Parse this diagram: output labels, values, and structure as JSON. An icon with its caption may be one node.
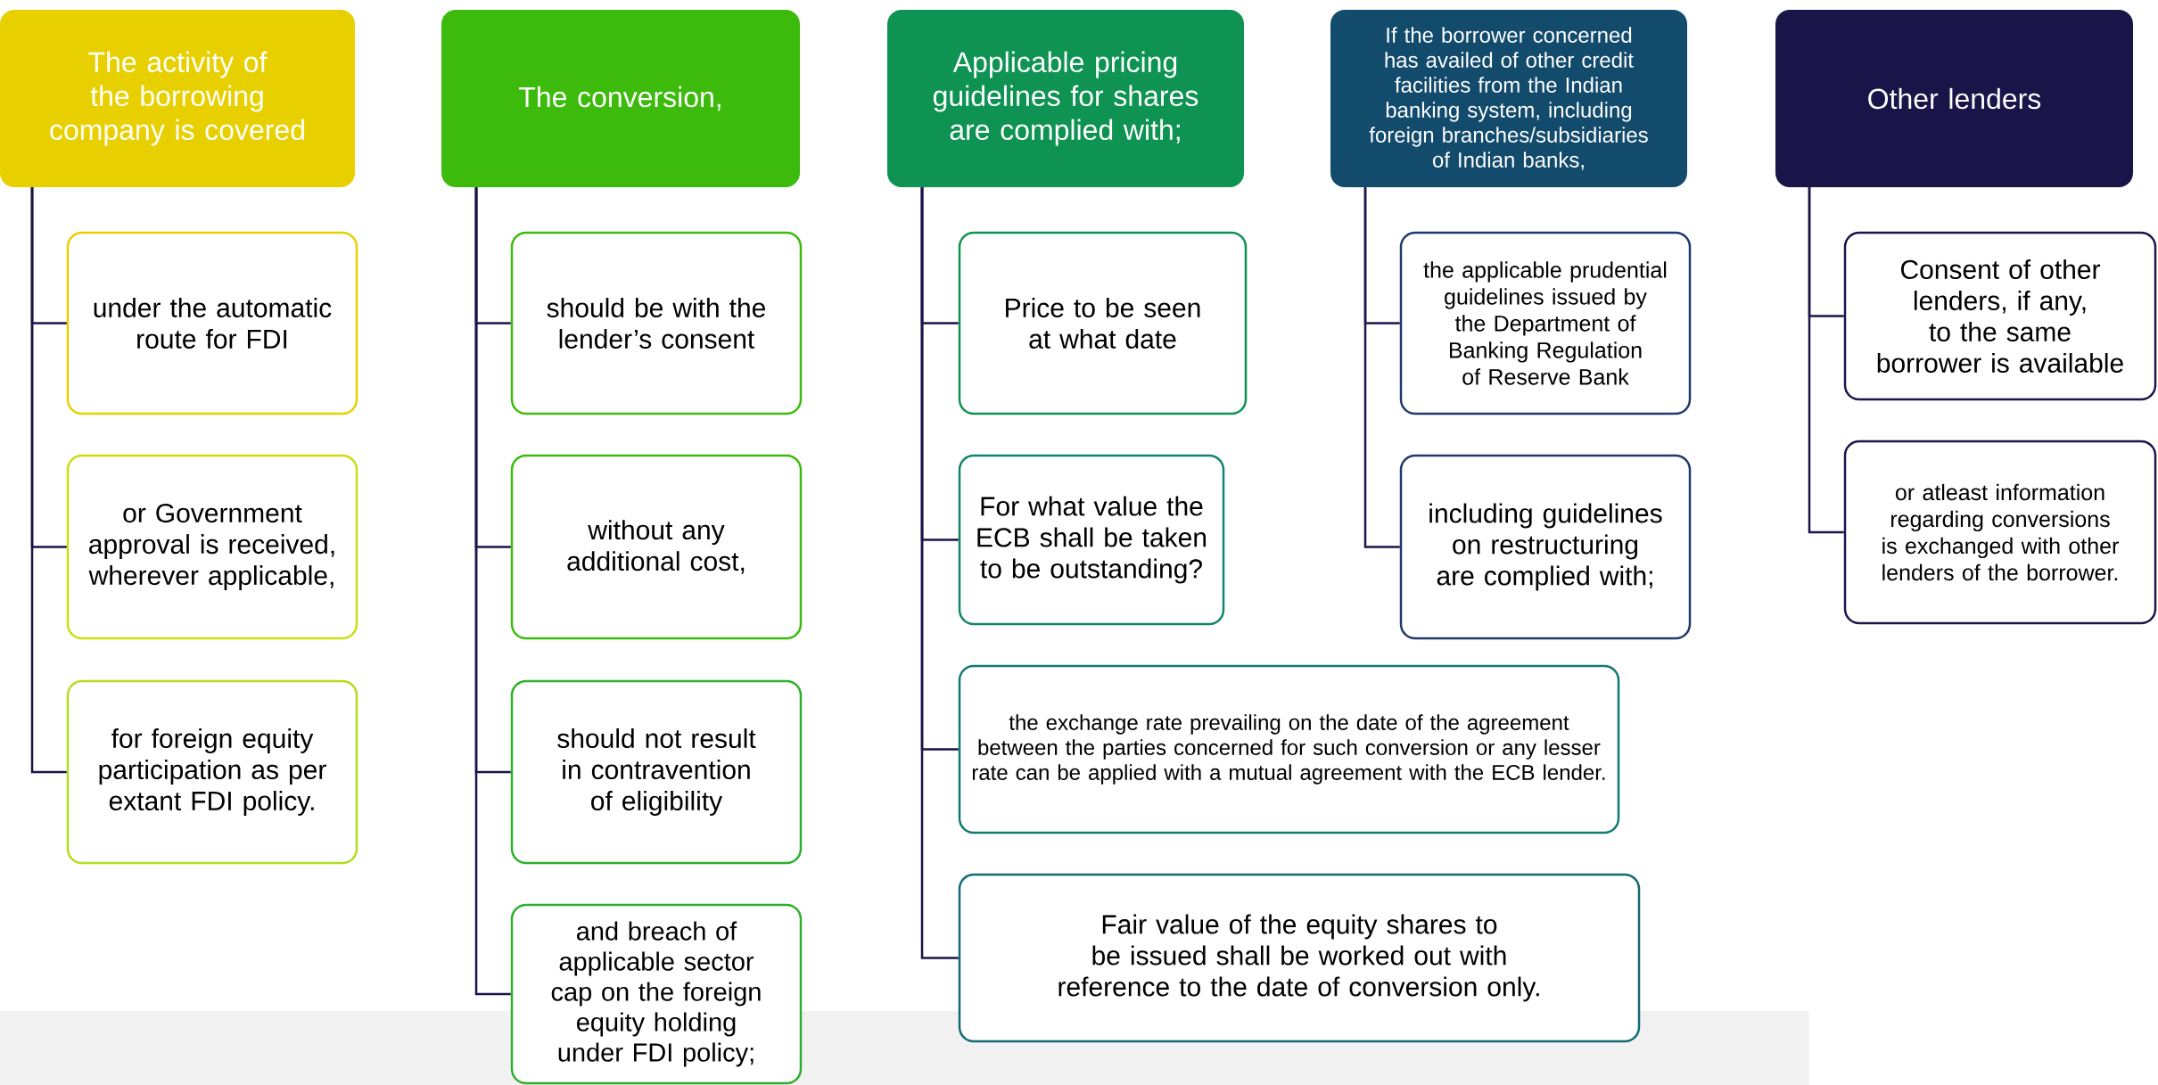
{
  "diagram": {
    "nodes": [
      {
        "text": [
          "The activity of the borrowing company is covered"
        ]
      },
      {
        "text": [
          "under the automatic route for FDI"
        ]
      },
      {
        "text": [
          "or Government approval is received, wherever applicable,"
        ]
      },
      {
        "text": [
          "for foreign equity participation as per extant FDI policy."
        ]
      },
      {
        "text": [
          "The conversion,"
        ]
      },
      {
        "text": [
          "should be with the lender’s consent"
        ]
      },
      {
        "text": [
          "without any additional cost,"
        ]
      },
      {
        "text": [
          "should not result in contravention of eligibility"
        ]
      },
      {
        "text": [
          "and breach of applicable sector cap on the foreign equity holding under FDI policy;"
        ]
      },
      {
        "text": [
          "Applicable pricing guidelines for shares are complied with;"
        ]
      },
      {
        "text": [
          "Price to be seen at what date"
        ]
      },
      {
        "text": [
          "For what value the ECB shall be taken to be outstanding?"
        ]
      },
      {
        "text": [
          "the exchange rate prevailing on the date of the agreement between the parties concerned for such conversion or any lesser rate can be applied with a mutual agreement with the ECB lender."
        ]
      },
      {
        "text": [
          "Fair value of the equity shares to be issued shall be worked out with reference to the date of conversion only."
        ]
      },
      {
        "text": [
          "If the borrower concerned has availed of other credit facilities from the Indian banking system, including foreign branches/subsidiaries of Indian banks,"
        ]
      },
      {
        "text": [
          "the applicable prudential guidelines issued by the Department of Banking Regulation of Reserve Bank"
        ]
      },
      {
        "text": [
          "including guidelines on restructuring are complied with;"
        ]
      },
      {
        "text": [
          "Other lenders"
        ]
      },
      {
        "text": [
          "Consent of other lenders, if any, to the same borrower is available"
        ]
      },
      {
        "text": [
          "or atleast information regarding conversions is exchanged with other lenders of the borrower."
        ]
      }
    ],
    "edges": [
      {
        "from": 0,
        "to": 1,
        "arrow": "none"
      },
      {
        "from": 0,
        "to": 2,
        "arrow": "none"
      },
      {
        "from": 0,
        "to": 3,
        "arrow": "none"
      },
      {
        "from": 4,
        "to": 5,
        "arrow": "none"
      },
      {
        "from": 4,
        "to": 6,
        "arrow": "none"
      },
      {
        "from": 4,
        "to": 7,
        "arrow": "none"
      },
      {
        "from": 4,
        "to": 8,
        "arrow": "none"
      },
      {
        "from": 9,
        "to": 10,
        "arrow": "none"
      },
      {
        "from": 9,
        "to": 11,
        "arrow": "none"
      },
      {
        "from": 9,
        "to": 12,
        "arrow": "none"
      },
      {
        "from": 9,
        "to": 13,
        "arrow": "none"
      },
      {
        "from": 14,
        "to": 15,
        "arrow": "none"
      },
      {
        "from": 14,
        "to": 16,
        "arrow": "none"
      },
      {
        "from": 17,
        "to": 18,
        "arrow": "none"
      },
      {
        "from": 17,
        "to": 19,
        "arrow": "none"
      }
    ]
  }
}
